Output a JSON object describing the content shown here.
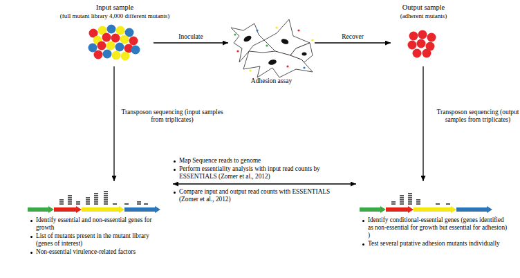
{
  "diagram": {
    "nodes": [
      {
        "text": [
          "Input sample",
          "(full mutant library 4,000 different mutants)"
        ]
      },
      {
        "text": [
          "Adhesion assay"
        ]
      },
      {
        "text": [
          "Output sample",
          "(adherent mutants)"
        ]
      },
      {
        "text": [
          "Identify essential and non-essential genes for growth",
          "List of mutants present in the mutant library (genes of interest)",
          "Non-essential virulence-related factors"
        ]
      },
      {
        "text": [
          "Identify conditional-essential genes (genes identified as non-essential for growth but essential for adhesion) )",
          "Test several putative adhesion mutants individually"
        ]
      }
    ],
    "edges": [
      {
        "from": 0,
        "to": 1,
        "label": "Inoculate",
        "arrow": "to"
      },
      {
        "from": 1,
        "to": 2,
        "label": "Recover",
        "arrow": "to"
      },
      {
        "from": 0,
        "to": 3,
        "label": "Transposon sequencing (input samples from triplicates)",
        "arrow": "to"
      },
      {
        "from": 2,
        "to": 4,
        "label": "Transposon sequencing (output samples from triplicates)",
        "arrow": "to"
      },
      {
        "from": 3,
        "to": 4,
        "arrow": "both"
      }
    ],
    "labels": [
      "Map Sequence reads to genome",
      "Perform essentiality analysis with input read counts by ESSENTIALS (Zomer et al., 2012)",
      "Compare input and output read counts with ESSENTIALS (Zomer et al., 2012)"
    ]
  }
}
